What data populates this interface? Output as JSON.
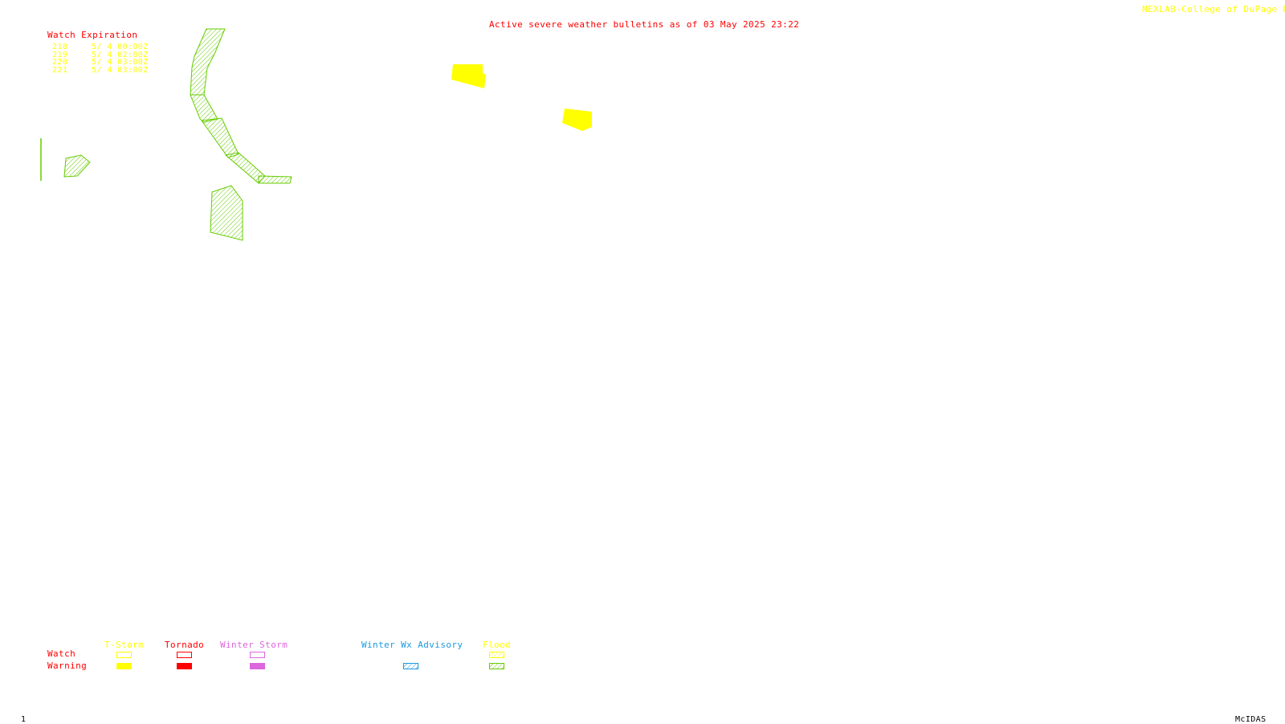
{
  "header": {
    "credit": "NEXLAB-College of DuPage R",
    "title": "Active severe weather bulletins as of 03 May 2025 23:22"
  },
  "watch_expiration": {
    "heading": "Watch Expiration",
    "rows": [
      {
        "id": "218",
        "expires": "5/ 4 00:00Z"
      },
      {
        "id": "219",
        "expires": "5/ 4 02:00Z"
      },
      {
        "id": "220",
        "expires": "5/ 4 03:00Z"
      },
      {
        "id": "221",
        "expires": "5/ 4 03:00Z"
      }
    ]
  },
  "legend": {
    "row_labels": {
      "watch": "Watch",
      "warning": "Warning"
    },
    "categories": [
      {
        "key": "tstorm",
        "label": "T-Storm",
        "color": "#ffff00",
        "watch_style": "outline",
        "warning_style": "solid"
      },
      {
        "key": "tornado",
        "label": "Tornado",
        "color": "#ff0000",
        "watch_style": "outline",
        "warning_style": "solid"
      },
      {
        "key": "winter_storm",
        "label": "Winter Storm",
        "color": "#dd66dd",
        "watch_style": "outline",
        "warning_style": "solid"
      },
      {
        "key": "winter_wx_advisory",
        "label": "Winter Wx Advisory",
        "color": "#1a9be0",
        "watch_style": "none",
        "warning_style": "hatched"
      },
      {
        "key": "flood",
        "label": "Flood",
        "color": "#ffff00",
        "warning_color": "#66cc00",
        "watch_style": "hatched",
        "warning_style": "hatched"
      }
    ]
  },
  "colors": {
    "title": "#ff0000",
    "credit": "#ffff00",
    "flood_warning": "#66cc00",
    "tstorm_warning": "#ffff00"
  },
  "footer": {
    "frame_number": "1",
    "software": "McIDAS"
  }
}
